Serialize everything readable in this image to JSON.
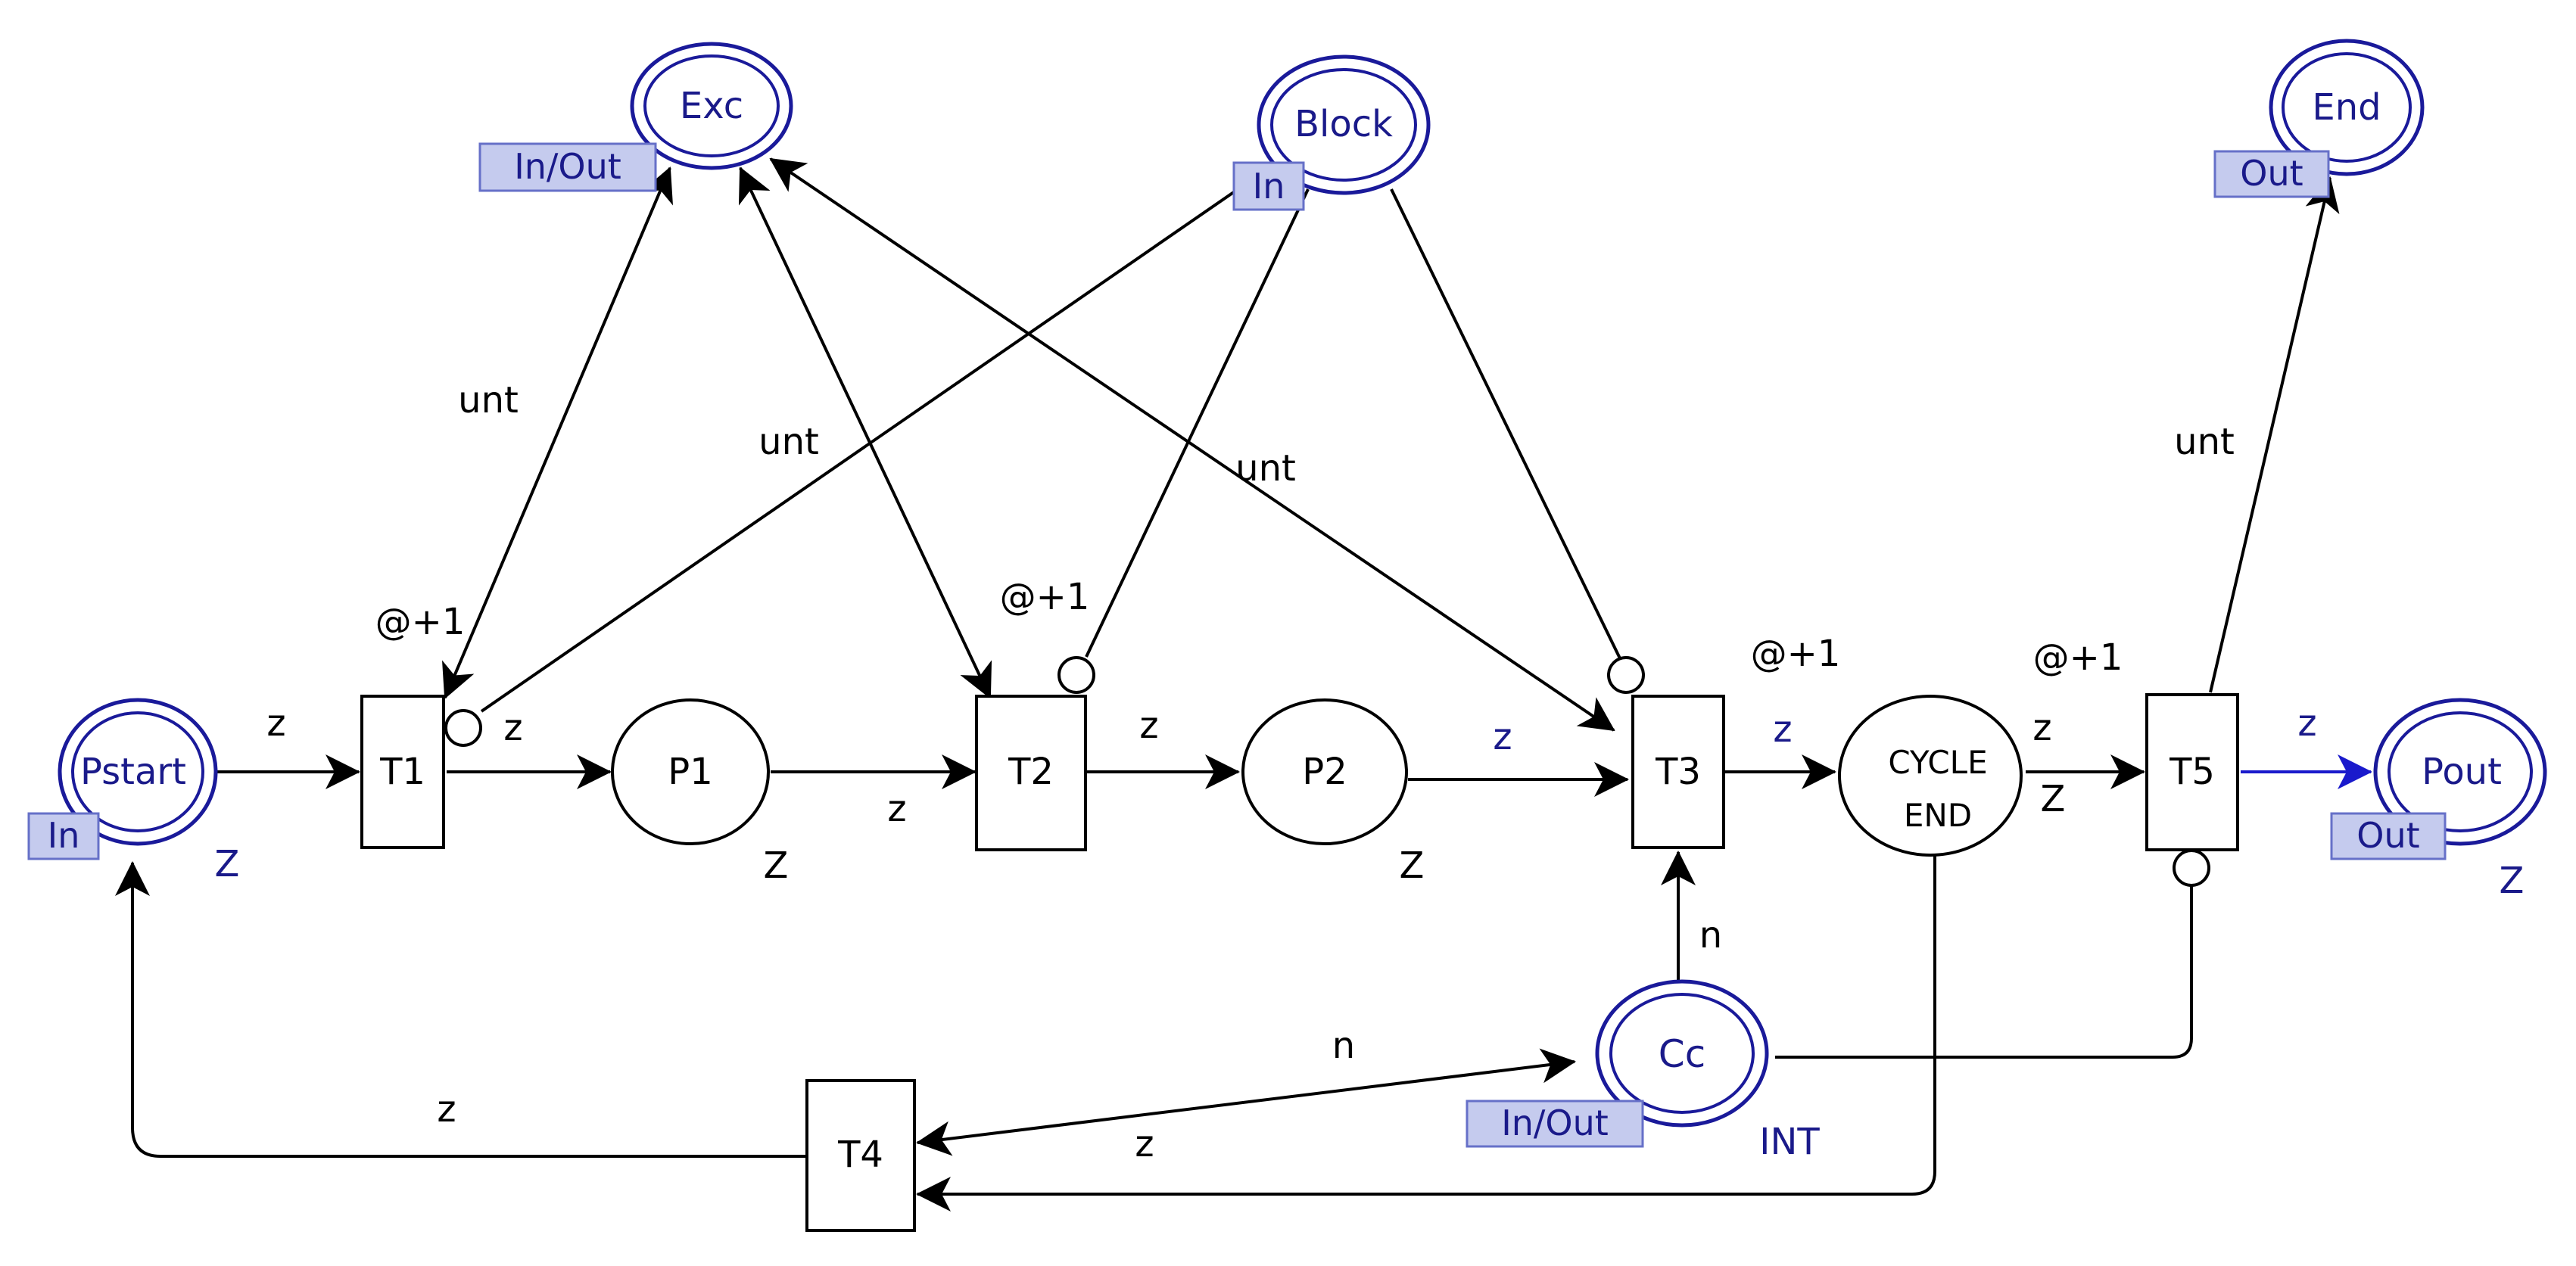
{
  "colors": {
    "port_stroke": "#1a1a9a",
    "port_text": "#1a1a8a",
    "tag_fill": "#c5cbee",
    "tag_stroke": "#6670c8",
    "arc": "#000000",
    "blue_arc": "#1a1acc",
    "type_text": "#1a1a8a"
  },
  "places": {
    "exc": {
      "name": "Exc",
      "tag": "In/Out"
    },
    "block": {
      "name": "Block",
      "tag": "In"
    },
    "end": {
      "name": "End",
      "tag": "Out"
    },
    "pstart": {
      "name": "Pstart",
      "tag": "In",
      "type": "Z"
    },
    "pout": {
      "name": "Pout",
      "tag": "Out",
      "type": "Z"
    },
    "cc": {
      "name": "Cc",
      "tag": "In/Out",
      "type": "INT"
    },
    "p1": {
      "name": "P1",
      "type": "Z"
    },
    "p2": {
      "name": "P2",
      "type": "Z"
    },
    "cycle_end": {
      "line1": "CYCLE",
      "line2": "END",
      "type": "Z"
    }
  },
  "transitions": {
    "t1": {
      "name": "T1",
      "delay": "@+1"
    },
    "t2": {
      "name": "T2",
      "delay": "@+1"
    },
    "t3": {
      "name": "T3",
      "delay": "@+1"
    },
    "t4": {
      "name": "T4"
    },
    "t5": {
      "name": "T5",
      "delay": "@+1"
    }
  },
  "arc_labels": {
    "exc_t1": "unt",
    "block_t1": "unt",
    "exc_t3": "unt",
    "end_t5": "unt",
    "pstart_t1": "z",
    "t1_p1": "z",
    "p1_t2": "z",
    "t2_p2": "z",
    "p2_t3": "z",
    "t3_cycle": "z",
    "cycle_t5": "z",
    "t5_pout": "z",
    "cc_t3": "n",
    "t4_cc": "n",
    "cc_t4": "z",
    "t4_pstart": "z"
  }
}
